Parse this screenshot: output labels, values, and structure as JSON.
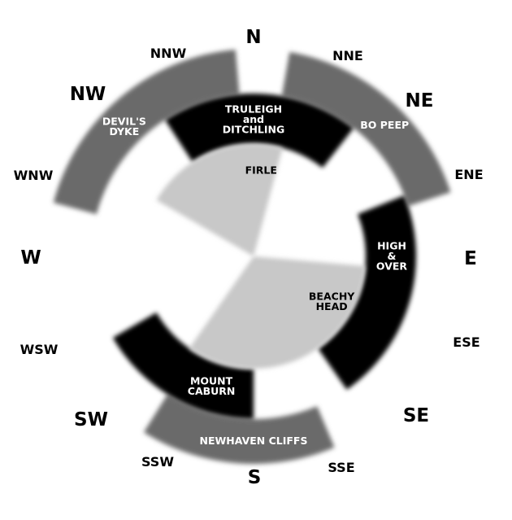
{
  "compass_points": [
    {
      "id": "n",
      "label": "N",
      "size": "major"
    },
    {
      "id": "nne",
      "label": "NNE",
      "size": "minor"
    },
    {
      "id": "ne",
      "label": "NE",
      "size": "major"
    },
    {
      "id": "ene",
      "label": "ENE",
      "size": "minor"
    },
    {
      "id": "e",
      "label": "E",
      "size": "major"
    },
    {
      "id": "ese",
      "label": "ESE",
      "size": "minor"
    },
    {
      "id": "se",
      "label": "SE",
      "size": "major"
    },
    {
      "id": "sse",
      "label": "SSE",
      "size": "minor"
    },
    {
      "id": "s",
      "label": "S",
      "size": "major"
    },
    {
      "id": "ssw",
      "label": "SSW",
      "size": "minor"
    },
    {
      "id": "sw",
      "label": "SW",
      "size": "major"
    },
    {
      "id": "wsw",
      "label": "WSW",
      "size": "minor"
    },
    {
      "id": "w",
      "label": "W",
      "size": "major"
    },
    {
      "id": "wnw",
      "label": "WNW",
      "size": "minor"
    },
    {
      "id": "nw",
      "label": "NW",
      "size": "major"
    },
    {
      "id": "nnw",
      "label": "NNW",
      "size": "minor"
    }
  ],
  "sites": [
    {
      "id": "devils-dyke",
      "lines": [
        "DEVIL'S",
        "DYKE"
      ],
      "band": "outer",
      "color": "#6b6b6b",
      "text_color": "#ffffff",
      "from_bearing": 285,
      "to_bearing": 355
    },
    {
      "id": "bo-peep",
      "lines": [
        "BO PEEP"
      ],
      "band": "outer",
      "color": "#6b6b6b",
      "text_color": "#ffffff",
      "from_bearing": 10,
      "to_bearing": 72
    },
    {
      "id": "newhaven-cliffs",
      "lines": [
        "NEWHAVEN CLIFFS"
      ],
      "band": "outer",
      "color": "#6b6b6b",
      "text_color": "#ffffff",
      "from_bearing": 157,
      "to_bearing": 212
    },
    {
      "id": "truleigh-ditchling",
      "lines": [
        "TRULEIGH",
        "and",
        "DITCHLING"
      ],
      "band": "middle",
      "color": "#000000",
      "text_color": "#ffffff",
      "from_bearing": 327,
      "to_bearing": 38
    },
    {
      "id": "high-and-over",
      "lines": [
        "HIGH",
        "&",
        "OVER"
      ],
      "band": "middle",
      "color": "#000000",
      "text_color": "#ffffff",
      "from_bearing": 68,
      "to_bearing": 145
    },
    {
      "id": "mount-caburn",
      "lines": [
        "MOUNT",
        "CABURN"
      ],
      "band": "middle",
      "color": "#000000",
      "text_color": "#ffffff",
      "from_bearing": 180,
      "to_bearing": 240
    },
    {
      "id": "firle",
      "lines": [
        "FIRLE"
      ],
      "band": "inner",
      "color": "#c8c8c8",
      "text_color": "#000000",
      "from_bearing": 300,
      "to_bearing": 15
    },
    {
      "id": "beachy-head",
      "lines": [
        "BEACHY",
        "HEAD"
      ],
      "band": "inner",
      "color": "#c8c8c8",
      "text_color": "#000000",
      "from_bearing": 95,
      "to_bearing": 215
    }
  ]
}
